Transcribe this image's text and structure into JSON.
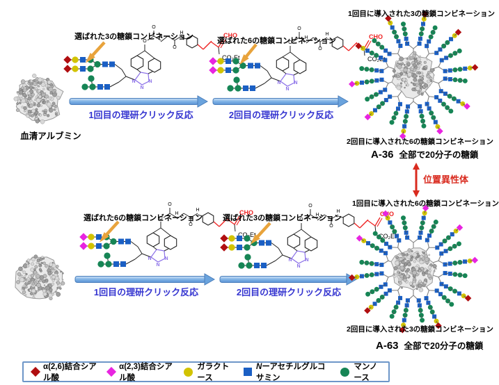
{
  "colors": {
    "sialic26_red": "#B00E10",
    "sialic23_magenta": "#E824E0",
    "galactose_yellow": "#D2C300",
    "glcnac_blue": "#1A5FC4",
    "mannose_green": "#168555",
    "reaction_arrow_blue": "#7FB2E5",
    "reaction_text_blue": "#3434D0",
    "chem_red": "#EE2222",
    "triazole_purple": "#8A6FE8",
    "pointer_arrow_yellow": "#E8A33C",
    "isomer_red": "#D92B1F",
    "protein_gray": "#8A8A8A"
  },
  "flow_top": {
    "protein_label": "血清アルブミン",
    "step1": {
      "title": "選ばれた3の糖鎖コンビネーション",
      "arrow_label": "1回目の理研クリック反応",
      "terminal": "sialic26_red"
    },
    "step2": {
      "title": "選ばれた6の糖鎖コンビネーション",
      "arrow_label": "2回目の理研クリック反応",
      "terminal": "sialic23_magenta"
    },
    "product": {
      "caption_top": "1回目に導入された3の糖鎖コンビネーション",
      "caption_bottom": "2回目に導入された6の糖鎖コンビネーション",
      "name": "A-36",
      "note": "全部で20分子の糖鎖",
      "top_terminal": "sialic26_red",
      "bottom_terminal": "sialic23_magenta"
    }
  },
  "flow_bottom": {
    "step1": {
      "title": "選ばれた6の糖鎖コンビネーション",
      "arrow_label": "1回目の理研クリック反応",
      "terminal": "sialic23_magenta"
    },
    "step2": {
      "title": "選ばれた3の糖鎖コンビネーション",
      "arrow_label": "2回目の理研クリック反応",
      "terminal": "sialic26_red"
    },
    "product": {
      "caption_top": "1回目に導入された6の糖鎖コンビネーション",
      "caption_bottom": "2回目に導入された3の糖鎖コンビネーション",
      "name": "A-63",
      "note": "全部で20分子の糖鎖",
      "top_terminal": "sialic23_magenta",
      "bottom_terminal": "sialic26_red"
    }
  },
  "isomer_label": "位置異性体",
  "chem": {
    "cho": "CHO",
    "co2et": "CO₂Et",
    "o": "O",
    "h": "H",
    "n": "N"
  },
  "legend": {
    "items": [
      {
        "shape": "diamond",
        "color_key": "sialic26_red",
        "prefix_italic": "",
        "label": "α(2,6)結合シアル酸"
      },
      {
        "shape": "diamond",
        "color_key": "sialic23_magenta",
        "prefix_italic": "",
        "label": "α(2,3)結合シアル酸"
      },
      {
        "shape": "circle",
        "color_key": "galactose_yellow",
        "prefix_italic": "",
        "label": "ガラクトース"
      },
      {
        "shape": "square",
        "color_key": "glcnac_blue",
        "prefix_italic": "N",
        "label": "ーアセチルグルコサミン"
      },
      {
        "shape": "circle",
        "color_key": "mannose_green",
        "prefix_italic": "",
        "label": "マンノース"
      }
    ]
  }
}
